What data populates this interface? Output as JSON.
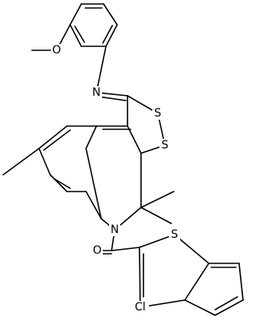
{
  "molecule": {
    "atoms": {
      "o_methoxy": "O",
      "n_imine": "N",
      "s_upper": "S",
      "s_lower": "S",
      "n_ring": "N",
      "o_carbonyl": "O",
      "s_thiophene": "S",
      "cl": "Cl"
    }
  }
}
